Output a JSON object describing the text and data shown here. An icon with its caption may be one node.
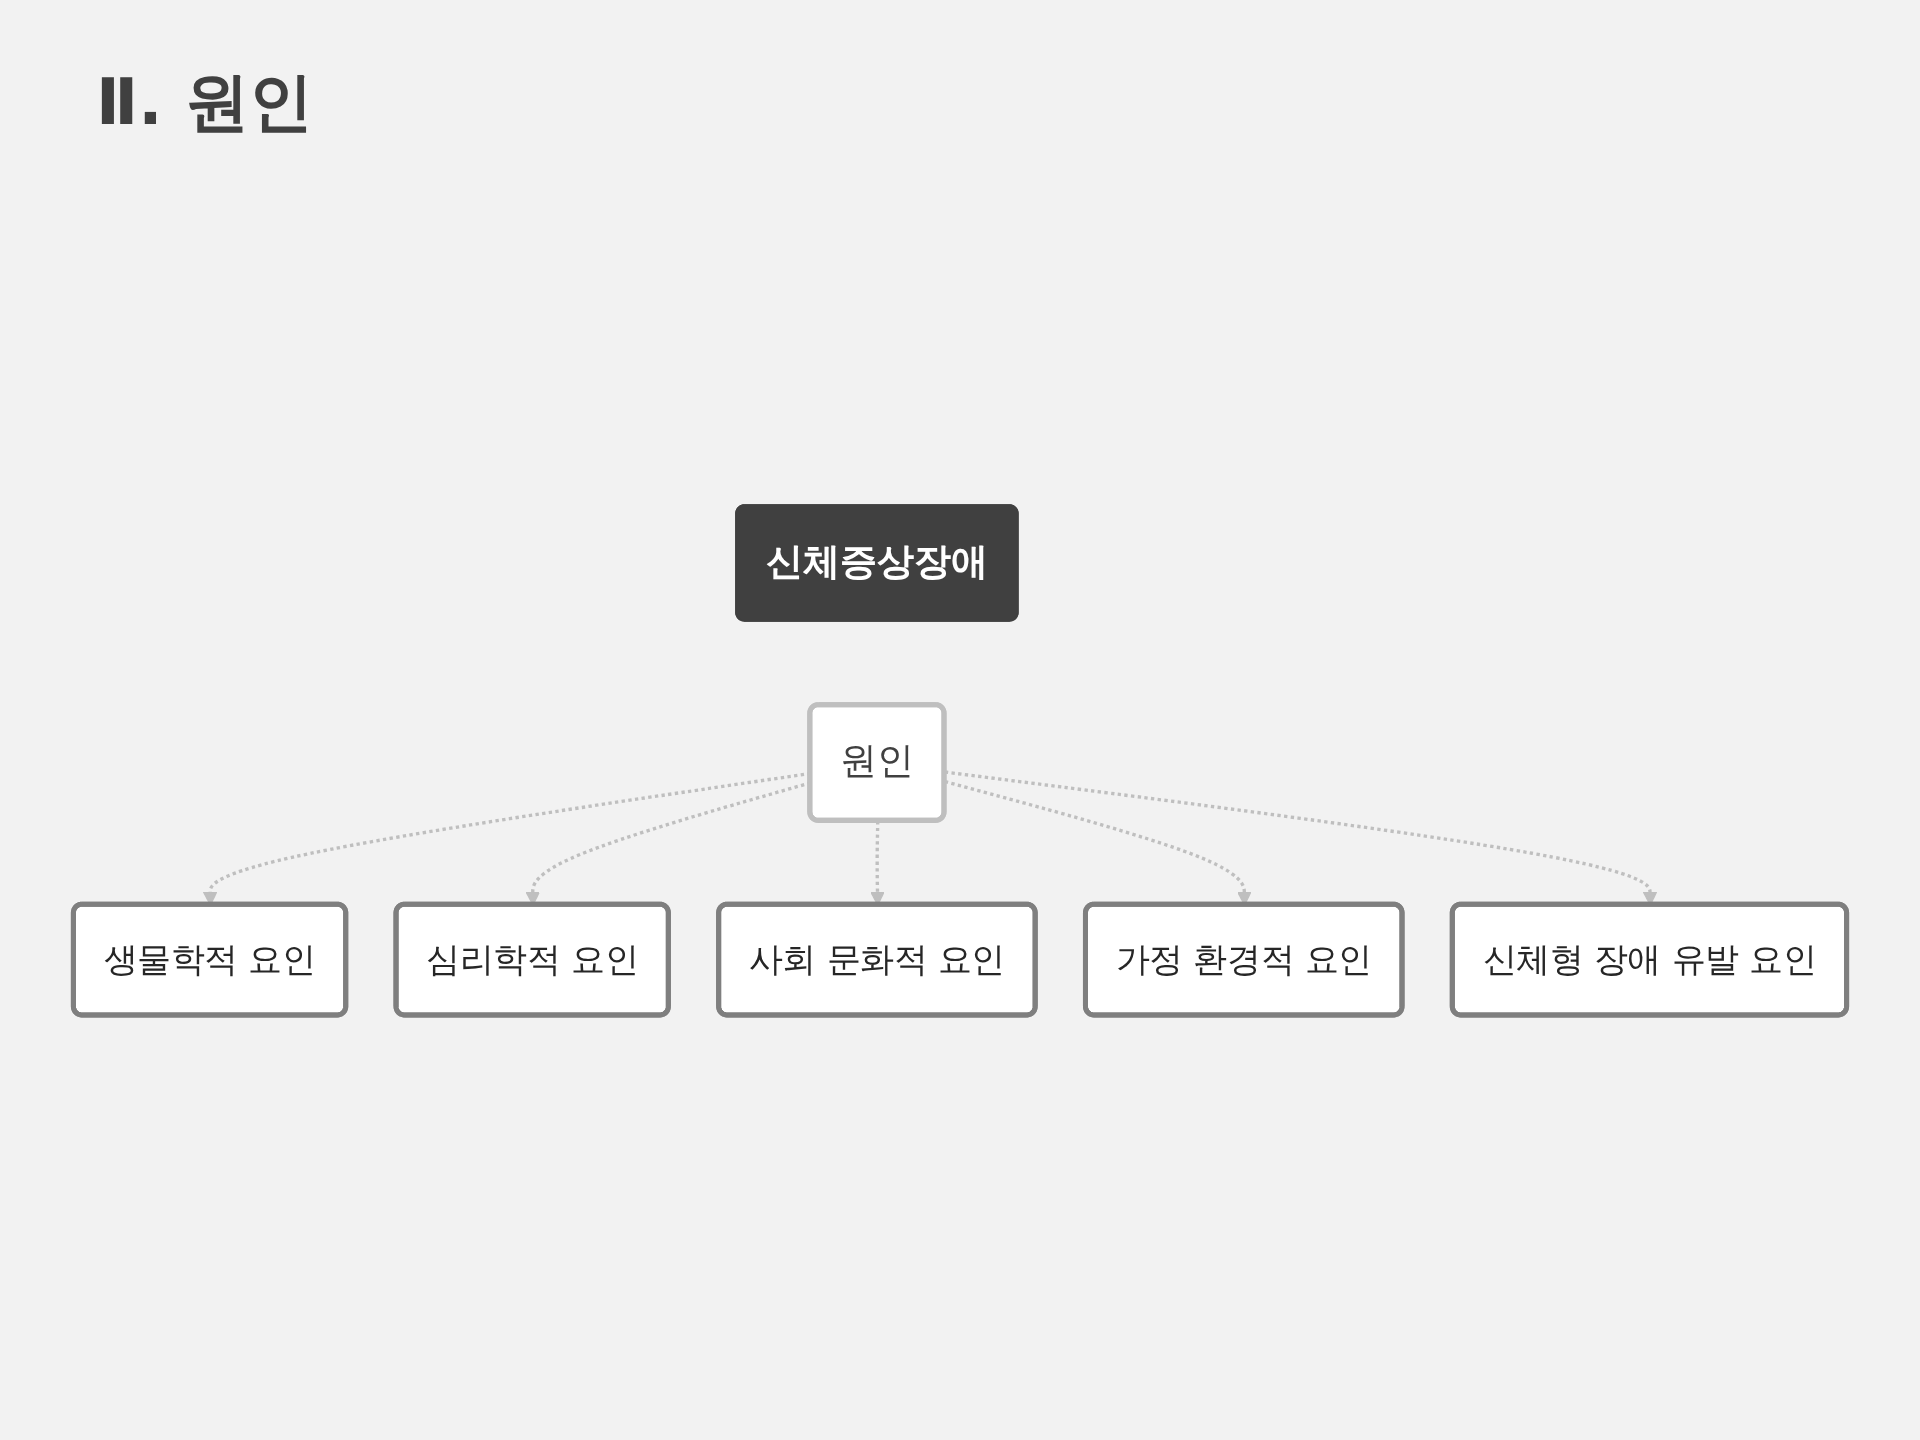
{
  "diagram": {
    "title": "Ⅱ. 원인",
    "nodes": [
      {
        "text": [
          "신체증상장애"
        ]
      },
      {
        "text": [
          "원인"
        ]
      },
      {
        "text": [
          "생물학적 요인"
        ]
      },
      {
        "text": [
          "심리학적 요인"
        ]
      },
      {
        "text": [
          "사회 문화적 요인"
        ]
      },
      {
        "text": [
          "가정 환경적 요인"
        ]
      },
      {
        "text": [
          "신체형 장애 유발 요인"
        ]
      }
    ],
    "edges": [
      {
        "from": 1,
        "to": 2,
        "arrow": "to",
        "style": "dashed"
      },
      {
        "from": 1,
        "to": 3,
        "arrow": "to",
        "style": "dashed"
      },
      {
        "from": 1,
        "to": 4,
        "arrow": "to",
        "style": "dashed"
      },
      {
        "from": 1,
        "to": 5,
        "arrow": "to",
        "style": "dashed"
      },
      {
        "from": 1,
        "to": 6,
        "arrow": "to",
        "style": "dashed"
      }
    ]
  }
}
